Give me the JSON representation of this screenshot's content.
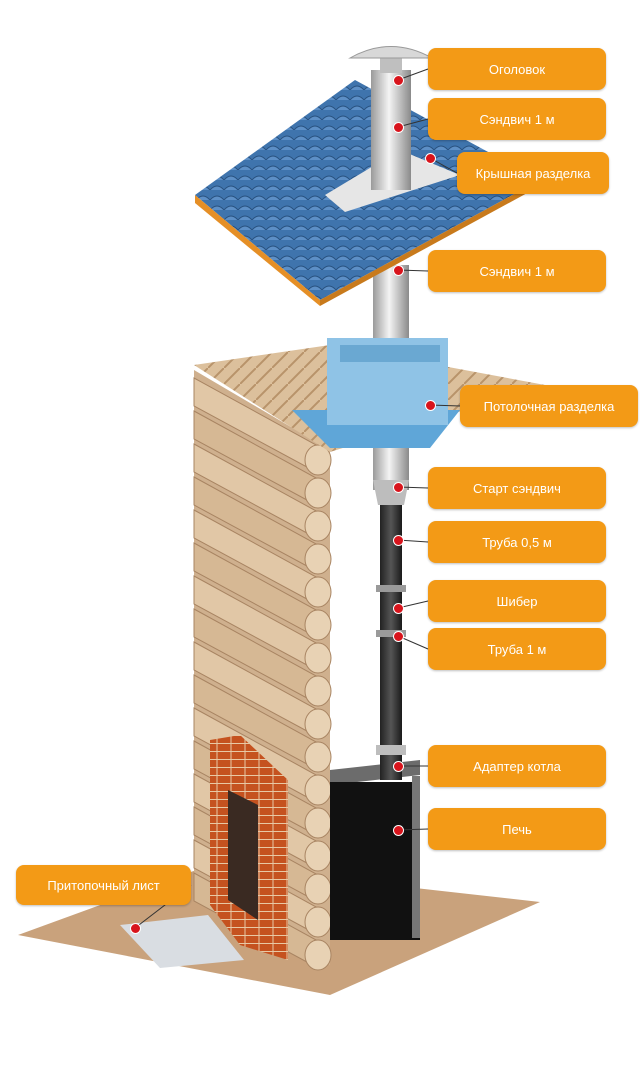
{
  "labels": [
    {
      "id": "head",
      "text": "Оголовок"
    },
    {
      "id": "sandwich-top",
      "text": "Сэндвич 1 м"
    },
    {
      "id": "roof-pass",
      "text": "Крышная разделка"
    },
    {
      "id": "sandwich-mid",
      "text": "Сэндвич 1 м"
    },
    {
      "id": "ceiling-pass",
      "text": "Потолочная разделка"
    },
    {
      "id": "start-sandwich",
      "text": "Старт сэндвич"
    },
    {
      "id": "pipe-half",
      "text": "Труба 0,5 м"
    },
    {
      "id": "damper",
      "text": "Шибер"
    },
    {
      "id": "pipe-one",
      "text": "Труба 1 м"
    },
    {
      "id": "boiler-adapter",
      "text": "Адаптер котла"
    },
    {
      "id": "stove",
      "text": "Печь"
    },
    {
      "id": "floor-sheet",
      "text": "Притопочный лист"
    }
  ],
  "colors": {
    "label_bg": "#f39a16",
    "label_text": "#ffffff",
    "marker": "#d8141c",
    "roof": "#3b6fa8",
    "ceiling_box": "#8fc3e6",
    "log": "#dcc3a4",
    "brick": "#c5521f",
    "stove": "#111111"
  }
}
